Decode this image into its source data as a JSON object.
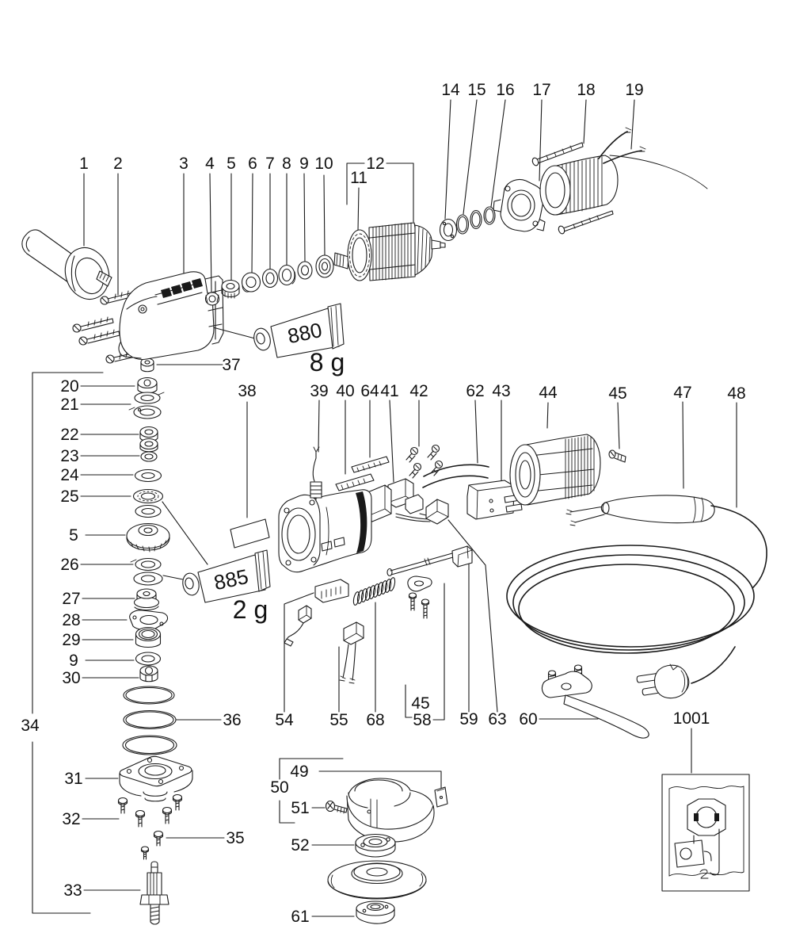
{
  "page": {
    "background": "#ffffff",
    "ink": "#1a1a1a",
    "kind": "exploded-parts-diagram"
  },
  "labels": {
    "p1": "1",
    "p2": "2",
    "p3": "3",
    "p4": "4",
    "p5a": "5",
    "p6": "6",
    "p7": "7",
    "p8": "8",
    "p9a": "9",
    "p10": "10",
    "p11": "11",
    "p12": "12",
    "p14": "14",
    "p15": "15",
    "p16": "16",
    "p17": "17",
    "p18": "18",
    "p19": "19",
    "p20": "20",
    "p21": "21",
    "p22": "22",
    "p23": "23",
    "p24": "24",
    "p25": "25",
    "p5b": "5",
    "p26": "26",
    "p27": "27",
    "p28": "28",
    "p29": "29",
    "p9b": "9",
    "p30": "30",
    "p31": "31",
    "p32": "32",
    "p33": "33",
    "p34": "34",
    "p35": "35",
    "p36": "36",
    "p37": "37",
    "p38": "38",
    "p39": "39",
    "p40": "40",
    "p41": "41",
    "p42": "42",
    "p43": "43",
    "p44": "44",
    "p45a": "45",
    "p45b": "45",
    "p47": "47",
    "p48": "48",
    "p49": "49",
    "p50": "50",
    "p51": "51",
    "p52": "52",
    "p54": "54",
    "p55": "55",
    "p58": "58",
    "p59": "59",
    "p60": "60",
    "p61": "61",
    "p62": "62",
    "p63": "63",
    "p64": "64",
    "p68": "68",
    "p1001": "1001"
  },
  "tubes": {
    "t880": "880",
    "t880_weight": "8 g",
    "t885": "885",
    "t885_weight": "2 g"
  }
}
